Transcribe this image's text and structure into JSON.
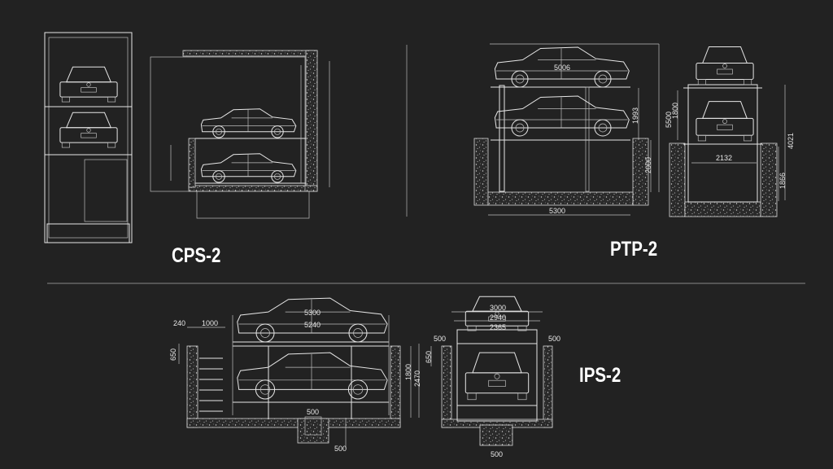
{
  "models": [
    {
      "id": "cps2",
      "label": "CPS-2"
    },
    {
      "id": "ptp2",
      "label": "PTP-2"
    },
    {
      "id": "ips2",
      "label": "IPS-2"
    }
  ],
  "ptp2_dims": {
    "car_length": "5006",
    "overall_width": "5300",
    "overall_height": "5500",
    "level_gap": "1993",
    "pit_depth": "2000",
    "front_level": "1800",
    "inner_width": "2132",
    "front_height": "4021",
    "front_pit": "1866"
  },
  "ips2_dims": {
    "d5300": "5300",
    "d5240": "5240",
    "d240": "240",
    "d1000": "1000",
    "d650": "650",
    "d1800": "1800",
    "d2470": "2470",
    "d500_pit": "500",
    "d500_bottom": "500",
    "d3000": "3000",
    "d2940": "2940",
    "d2365": "2365",
    "d500_left": "500",
    "d500_right": "500",
    "d650_front": "650",
    "d500_front_bottom": "500"
  },
  "colors": {
    "background": "#222222",
    "line": "#e6e6e6",
    "label": "#ffffff"
  }
}
